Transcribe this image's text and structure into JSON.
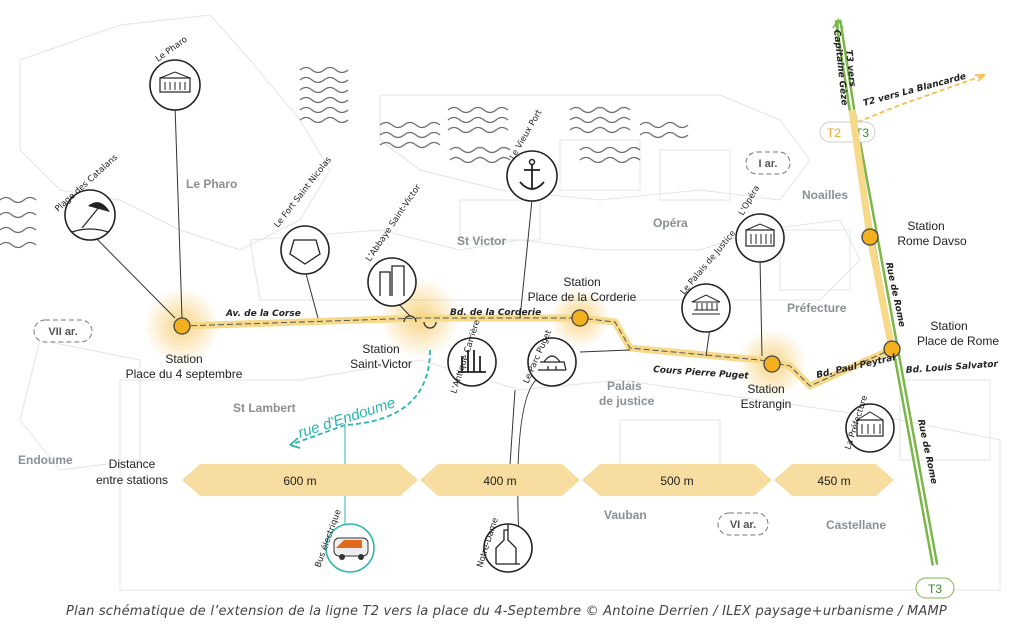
{
  "map": {
    "caption": "Plan schématique de l’extension de la ligne T2 vers la place du 4-Septembre © Antoine Derrien / ILEX paysage+urbanisme / MAMP",
    "colors": {
      "t2_line": "#f2c14e",
      "t3_line": "#7ab648",
      "station_fill": "#f2b01e",
      "distance_bar": "#f7dda0",
      "endoume_link": "#2bb5b0",
      "district_text": "#8a8f96"
    },
    "stations": [
      {
        "id": "4-septembre",
        "line1": "Station",
        "line2": "Place du 4 septembre"
      },
      {
        "id": "saint-victor",
        "line1": "Station",
        "line2": "Saint-Victor"
      },
      {
        "id": "corderie",
        "line1": "Station",
        "line2": "Place de la Corderie"
      },
      {
        "id": "estrangin",
        "line1": "Station",
        "line2": "Estrangin"
      },
      {
        "id": "rome-davso",
        "line1": "Station",
        "line2": "Rome Davso"
      },
      {
        "id": "place-de-rome",
        "line1": "Station",
        "line2": "Place de Rome"
      }
    ],
    "landmarks": {
      "pharo": "Le Pharo",
      "catalans": "Plage des Catalans",
      "fort": "Le Fort Saint Nicolas",
      "abbaye": "L'Abbaye Saint-Victor",
      "vieux_port": "Le Vieux Port",
      "opera": "L'Opéra",
      "palais": "Le Palais de Justice",
      "carriere": "L'Antique Carrière",
      "parc_puget": "Le Parc Puget",
      "prefecture": "La Préfecture",
      "notre_dame": "Notre-Dame",
      "bus": "Bus électrique"
    },
    "districts": {
      "le_pharo": "Le Pharo",
      "st_victor": "St Victor",
      "opera": "Opéra",
      "noailles": "Noailles",
      "prefecture": "Préfecture",
      "palais": "Palais",
      "palais2": "de justice",
      "st_lambert": "St Lambert",
      "endoume": "Endoume",
      "vauban": "Vauban",
      "castellane": "Castellane"
    },
    "arrondissements": {
      "vii": "VII ar.",
      "i": "I ar.",
      "vi": "VI ar."
    },
    "streets": {
      "corse": "Av. de la Corse",
      "corderie": "Bd. de la Corderie",
      "puget": "Cours Pierre Puget",
      "peytral": "Bd. Paul Peytral",
      "salvator": "Bd. Louis Salvator",
      "rome_upper": "Rue de Rome",
      "rome_lower": "Rue de Rome",
      "endoume_rue": "rue d'Endoume"
    },
    "lines": {
      "t3_top_1": "T3 vers",
      "t3_top_2": "Capitaine Gèze",
      "t2_top": "T2 vers La Blancarde",
      "t2_badge": "T2",
      "t3_badge": "T3",
      "t3_bottom": "T3"
    },
    "distances": {
      "label1": "Distance",
      "label2": "entre stations",
      "segments": [
        "600 m",
        "400 m",
        "500 m",
        "450 m"
      ]
    }
  }
}
